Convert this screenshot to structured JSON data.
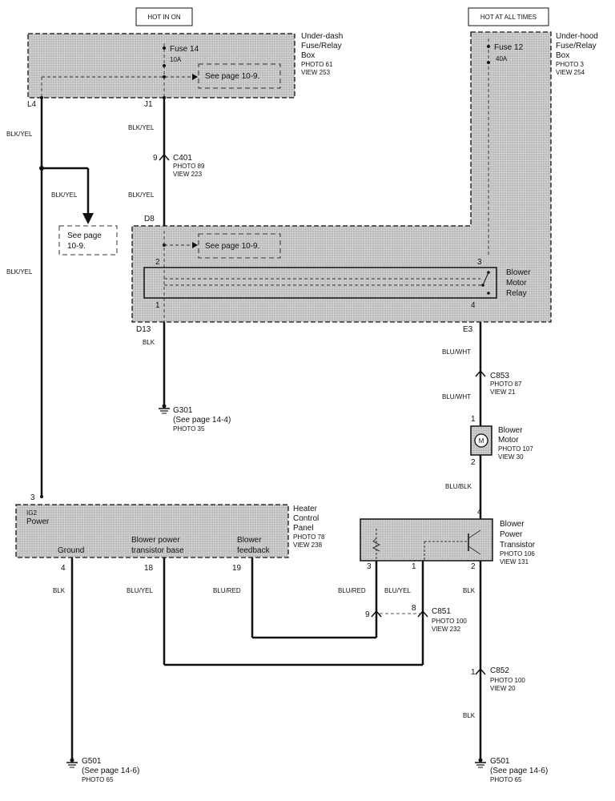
{
  "headers": {
    "hot_in_on": "HOT IN ON",
    "hot_at_all_times": "HOT AT ALL TIMES"
  },
  "underdash_box": {
    "label": [
      "Under-dash",
      "Fuse/Relay",
      "Box"
    ],
    "photo": "PHOTO 61",
    "view": "VIEW 253",
    "fuse_name": "Fuse 14",
    "fuse_rating": "10A",
    "see_page": "See page 10-9.",
    "pin_left": "L4",
    "pin_right": "J1",
    "pin_d8": "D8",
    "pin_d13": "D13",
    "pin_e3": "E3",
    "see_page_relay": "See page 10-9."
  },
  "underhood_box": {
    "label": [
      "Under-hood",
      "Fuse/Relay",
      "Box"
    ],
    "photo": "PHOTO 3",
    "view": "VIEW 254",
    "fuse_name": "Fuse 12",
    "fuse_rating": "40A"
  },
  "relay": {
    "label": [
      "Blower",
      "Motor",
      "Relay"
    ],
    "pins": {
      "p2": "2",
      "p1": "1",
      "p3": "3",
      "p4": "4"
    }
  },
  "wires": {
    "blk_yel": "BLK/YEL",
    "blk": "BLK",
    "blu_wht": "BLU/WHT",
    "blu_blk": "BLU/BLK",
    "blu_yel": "BLU/YEL",
    "blu_red": "BLU/RED"
  },
  "c401": {
    "name": "C401",
    "photo": "PHOTO 89",
    "view": "VIEW 223",
    "pin": "9"
  },
  "see_page_left": [
    "See page",
    "10-9."
  ],
  "g301": {
    "name": "G301",
    "note": "(See page 14-4)",
    "photo": "PHOTO 35"
  },
  "c853": {
    "name": "C853",
    "photo": "PHOTO 87",
    "view": "VIEW 21"
  },
  "blower_motor": {
    "label": [
      "Blower",
      "Motor"
    ],
    "photo": "PHOTO 107",
    "view": "VIEW 30",
    "pin_top": "1",
    "pin_bottom": "2",
    "symbol": "M"
  },
  "heater_panel": {
    "label": [
      "Heater",
      "Control",
      "Panel"
    ],
    "photo": "PHOTO 78",
    "view": "VIEW 238",
    "ig2": "IG2",
    "power": "Power",
    "ground": "Ground",
    "transistor_base": [
      "Blower power",
      "transistor base"
    ],
    "feedback": [
      "Blower",
      "feedback"
    ],
    "pins": {
      "p3": "3",
      "p4": "4",
      "p18": "18",
      "p19": "19"
    }
  },
  "transistor": {
    "label": [
      "Blower",
      "Power",
      "Transistor"
    ],
    "photo": "PHOTO 106",
    "view": "VIEW 131",
    "pins": {
      "p4": "4",
      "p3": "3",
      "p1": "1",
      "p2": "2"
    }
  },
  "c851": {
    "name": "C851",
    "photo": "PHOTO 100",
    "view": "VIEW 232",
    "pin9": "9",
    "pin8": "8"
  },
  "c852": {
    "name": "C852",
    "photo": "PHOTO 100",
    "view": "VIEW 20",
    "pin": "1"
  },
  "g501_left": {
    "name": "G501",
    "note": "(See page 14-6)",
    "photo": "PHOTO 65"
  },
  "g501_right": {
    "name": "G501",
    "note": "(See page 14-6)",
    "photo": "PHOTO 65"
  }
}
